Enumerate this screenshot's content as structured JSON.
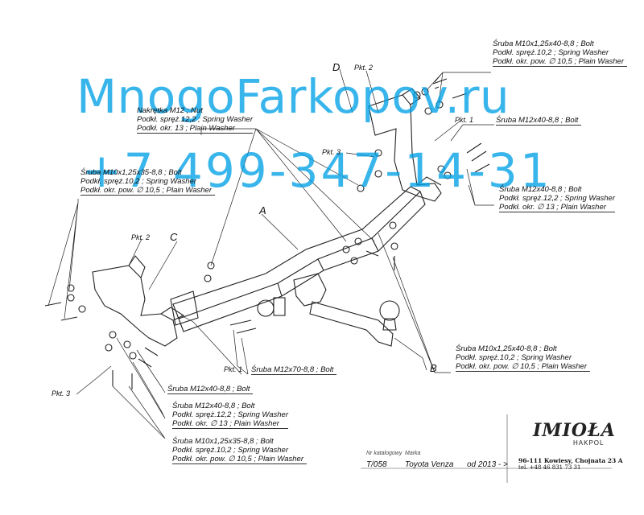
{
  "watermark": {
    "site": "MnogoFarkopov.ru",
    "phone": "+7 499-347-14-31"
  },
  "labels": {
    "top_right_bolt": [
      "Śruba M10x1,25x40-8,8 ;  Bolt",
      "Podkł. spręż.10,2 ;  Spring Washer",
      "Podkł. okr. pow. ∅ 10,5 ; Plain Washer"
    ],
    "top_right_m12": "Śruba M12x40-8,8 ;  Bolt",
    "right_m12_group": [
      "Śruba M12x40-8,8 ;  Bolt",
      "Podkł. spręż.12,2 ;  Spring Washer",
      "Podkł. okr. ∅ 13 ; Plain Washer"
    ],
    "nut_group": [
      "Nakrętka  M12 ; Nut",
      "Podkł. spręż.12,2 ;  Spring Washer",
      "Podkł. okr. 13 ; Plain Washer"
    ],
    "left_m10_group": [
      "Śruba M10x1,25x35-8,8 ;  Bolt",
      "Podkł. spręż.10,2 ;  Spring Washer",
      "Podkł. okr. pow. ∅ 10,5 ; Plain Washer"
    ],
    "bottom_right_group": [
      "Śruba M10x1,25x40-8,8 ;  Bolt",
      "Podkł. spręż.10,2 ;  Spring Washer",
      "Podkł. okr. pow. ∅ 10,5 ; Plain Washer"
    ],
    "m12x70": "Śruba M12x70-8,8 ;  Bolt",
    "bottom_m12": "Śruba M12x40-8,8 ;  Bolt",
    "bottom_m12_group": [
      "Śruba M12x40-8,8 ;  Bolt",
      "Podkł. spręż.12,2 ;  Spring Washer",
      "Podkł. okr. ∅ 13 ; Plain Washer"
    ],
    "bottom_m10_group": [
      "Śruba M10x1,25x35-8,8 ;  Bolt",
      "Podkł. spręż.10,2 ;  Spring Washer",
      "Podkł. okr. pow. ∅ 10,5 ; Plain Washer"
    ]
  },
  "letters": {
    "a": "A",
    "b": "B",
    "c": "C",
    "d": "D"
  },
  "pkts": {
    "pkt2_top": "Pkt. 2",
    "pkt1_top": "Pkt. 1",
    "pkt3_top": "Pkt. 3",
    "pkt2_left": "Pkt. 2",
    "pkt1_bottom": "Pkt. 1",
    "pkt3_left": "Pkt. 3"
  },
  "title_block": {
    "catalog_header": "Nr katalogowy",
    "brand_header": "Marka",
    "catalog_no": "T/058",
    "brand": "Toyota Venza",
    "year": "od  2013 - >",
    "company_logo": "IMIOŁA",
    "company_sub": "HAKPOL",
    "address": "96-111 Kowiesy, Chojnata 23 A",
    "phone": "tel. +48 46 831 73 31"
  }
}
